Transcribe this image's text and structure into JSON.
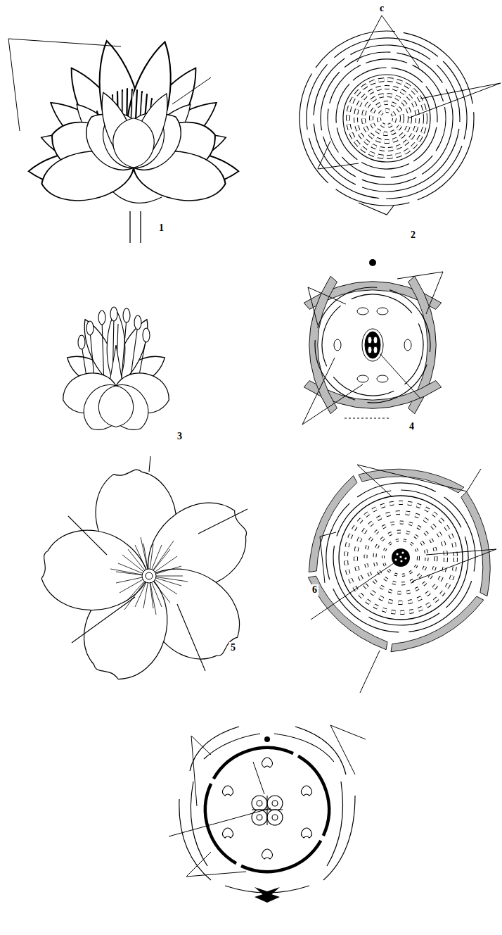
{
  "diagram": {
    "labels": [
      "c",
      "1",
      "2",
      "3",
      "4",
      "5",
      "6"
    ]
  }
}
